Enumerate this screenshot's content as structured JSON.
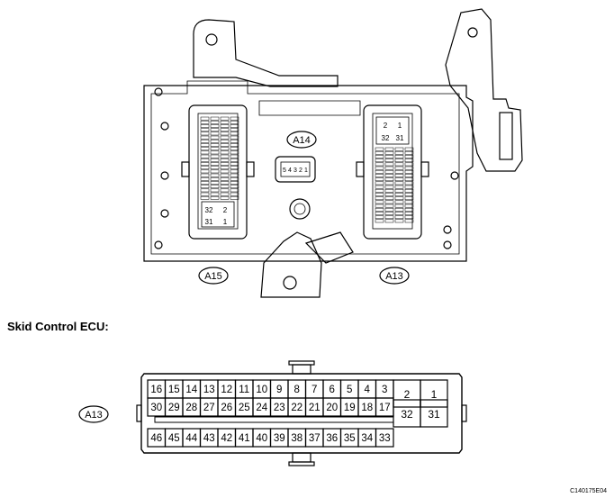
{
  "heading": "Skid Control ECU:",
  "figure_id": "C140175E04",
  "connector_labels": {
    "a13_top": "A13",
    "a14": "A14",
    "a15": "A15",
    "a13_bottom": "A13"
  },
  "a14_pins": [
    "5",
    "4",
    "3",
    "2",
    "1"
  ],
  "a13_upper_pins": [
    "2",
    "1",
    "32",
    "31"
  ],
  "a15_lower_pins": [
    "32",
    "2",
    "31",
    "1"
  ],
  "pinout": {
    "row1": [
      "16",
      "15",
      "14",
      "13",
      "12",
      "11",
      "10",
      "9",
      "8",
      "7",
      "6",
      "5",
      "4",
      "3"
    ],
    "row2": [
      "30",
      "29",
      "28",
      "27",
      "26",
      "25",
      "24",
      "23",
      "22",
      "21",
      "20",
      "19",
      "18",
      "17"
    ],
    "row3": [
      "46",
      "45",
      "44",
      "43",
      "42",
      "41",
      "40",
      "39",
      "38",
      "37",
      "36",
      "35",
      "34",
      "33"
    ],
    "right_top": [
      "2",
      "1"
    ],
    "right_bottom": [
      "32",
      "31"
    ]
  }
}
